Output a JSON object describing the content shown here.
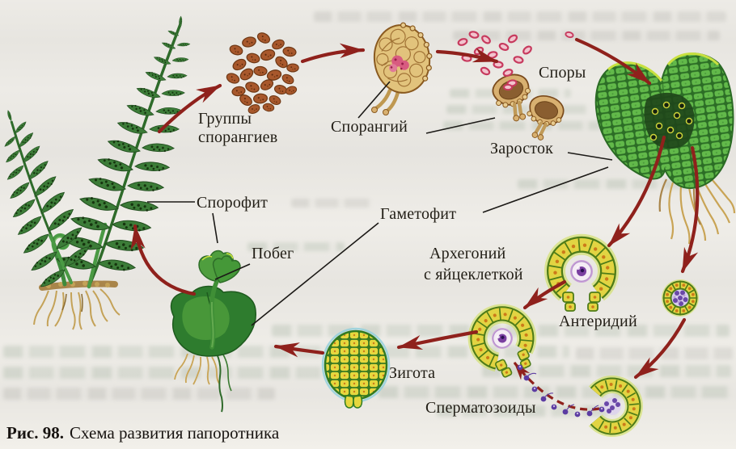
{
  "figure": {
    "caption": {
      "number": "Рис. 98.",
      "title": "Схема развития папоротника"
    }
  },
  "labels": {
    "sporangia_groups_line1": "Группы",
    "sporangia_groups_line2": "спорангиев",
    "sporangium": "Спорангий",
    "spores": "Споры",
    "prothallus": "Заросток",
    "sporophyte": "Спорофит",
    "shoot": "Побег",
    "gametophyte": "Гаметофит",
    "archegonium_line1": "Архегоний",
    "archegonium_line2": "с яйцеклеткой",
    "antheridium": "Антеридий",
    "zygote": "Зигота",
    "spermatozoids": "Сперматозоиды"
  },
  "colors": {
    "arrow_red": "#8f211c",
    "label_ink": "#221e16",
    "paper": "#e9e7e2",
    "fern_green": "#3c7c38",
    "sporangia_brown": "#a8582c",
    "sporangium_tan": "#e2c37c",
    "spore_pink": "#c73a5e",
    "prothallus_green": "#46a03c",
    "gamete_cell_yellow": "#e2d442",
    "cell_border_green": "#4e7c18",
    "sperm_purple": "#5c3ca2",
    "rhizoid_tan": "#c9a455"
  }
}
